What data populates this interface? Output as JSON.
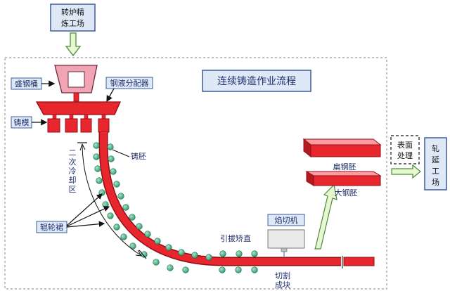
{
  "diagram": {
    "title": "连续铸造作业流程",
    "source_box": [
      "转炉精",
      "炼工场"
    ],
    "labels": {
      "ladle": "盛钢桶",
      "tundish": "钢液分配器",
      "mold": "铸模",
      "cooling": [
        "二",
        "次",
        "冷",
        "却",
        "区"
      ],
      "strand": "铸胚",
      "rollers": "辊轮裙",
      "withdrawal": "引拔矫直",
      "torch": "焰切机",
      "cut": [
        "切割",
        "成块"
      ],
      "slab": "扁钢胚",
      "bloom": "大钢胚",
      "surface": [
        "表面",
        "处理"
      ],
      "rolling": [
        "轧",
        "延",
        "工",
        "场"
      ]
    },
    "colors": {
      "steel": "#e8262e",
      "steel_edge": "#8e1016",
      "roller": "#46b48a",
      "ladle": "#f0a4b4",
      "label_box": "#dfe8f6",
      "label_border": "#3d5c9a",
      "arrow_fill": "#e6f7d2",
      "arrow_stroke": "#4b8a3a"
    }
  }
}
